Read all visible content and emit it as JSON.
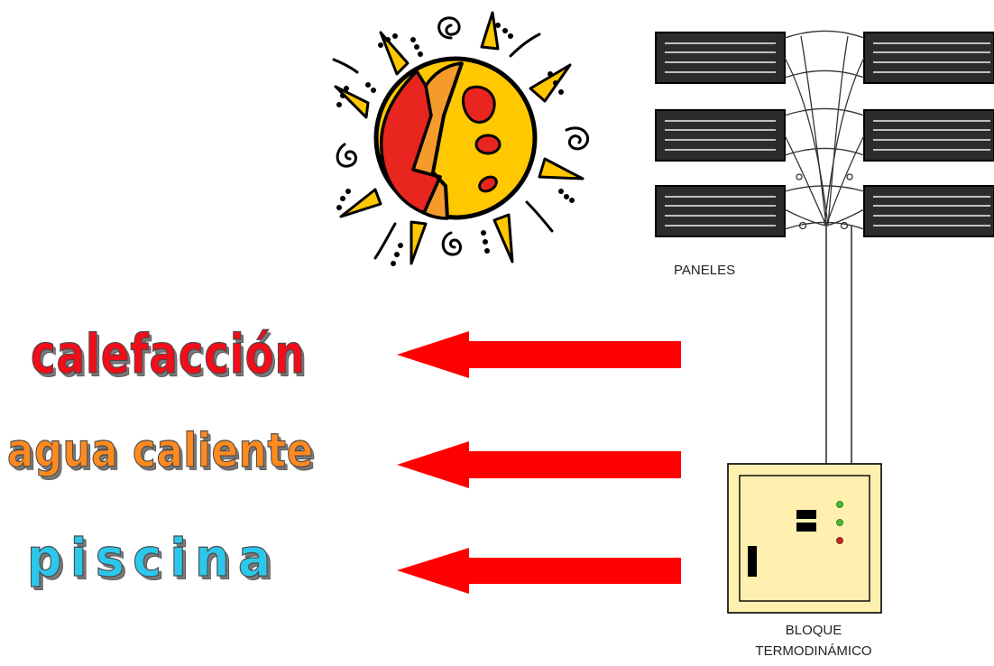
{
  "colors": {
    "heating": "#f20d1a",
    "hot_water": "#ff8a1f",
    "pool": "#2cc8ec",
    "arrow": "#ff0000",
    "block_fill": "#fff0b0",
    "led_green": "#44bb33",
    "led_red": "#cc2222",
    "panel_fill": "#2c2c2c",
    "sun_yellow": "#ffc800",
    "sun_orange": "#f59b2b",
    "sun_red": "#e8251f"
  },
  "uses": {
    "heating_label": "calefacción",
    "hot_water_label": "agua caliente",
    "pool_label": "piscina"
  },
  "system": {
    "panels_label": "PANELES",
    "block_label_line1": "BLOQUE",
    "block_label_line2": "TERMODINÁMICO"
  },
  "icons": {
    "sun": "sun-icon",
    "arrow": "left-arrow-icon"
  }
}
